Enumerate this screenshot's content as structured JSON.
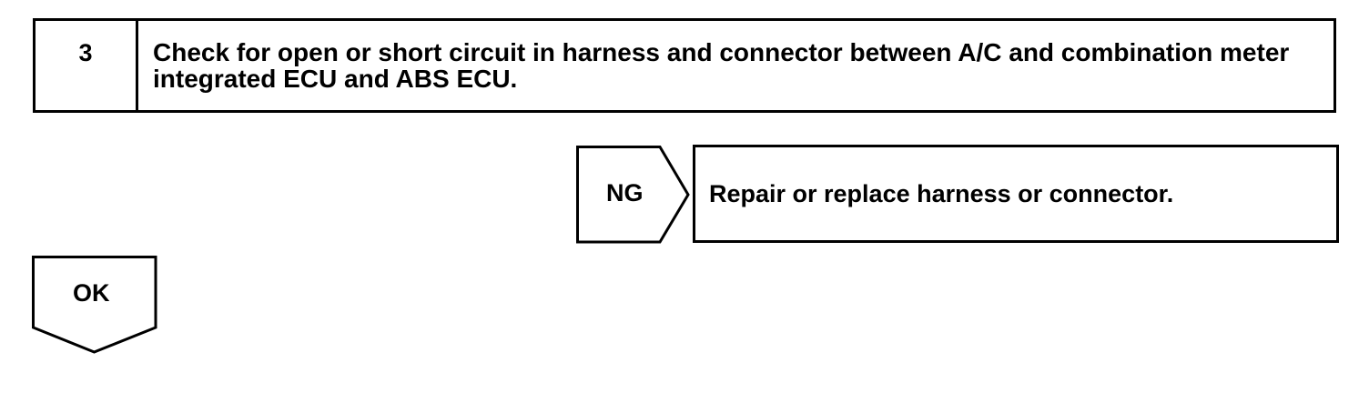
{
  "step": {
    "number": "3",
    "text": "Check for open or short circuit in harness and connector between A/C and combination meter integrated ECU and ABS ECU."
  },
  "ng": {
    "label": "NG",
    "action": "Repair or replace harness or connector."
  },
  "ok": {
    "label": "OK"
  }
}
